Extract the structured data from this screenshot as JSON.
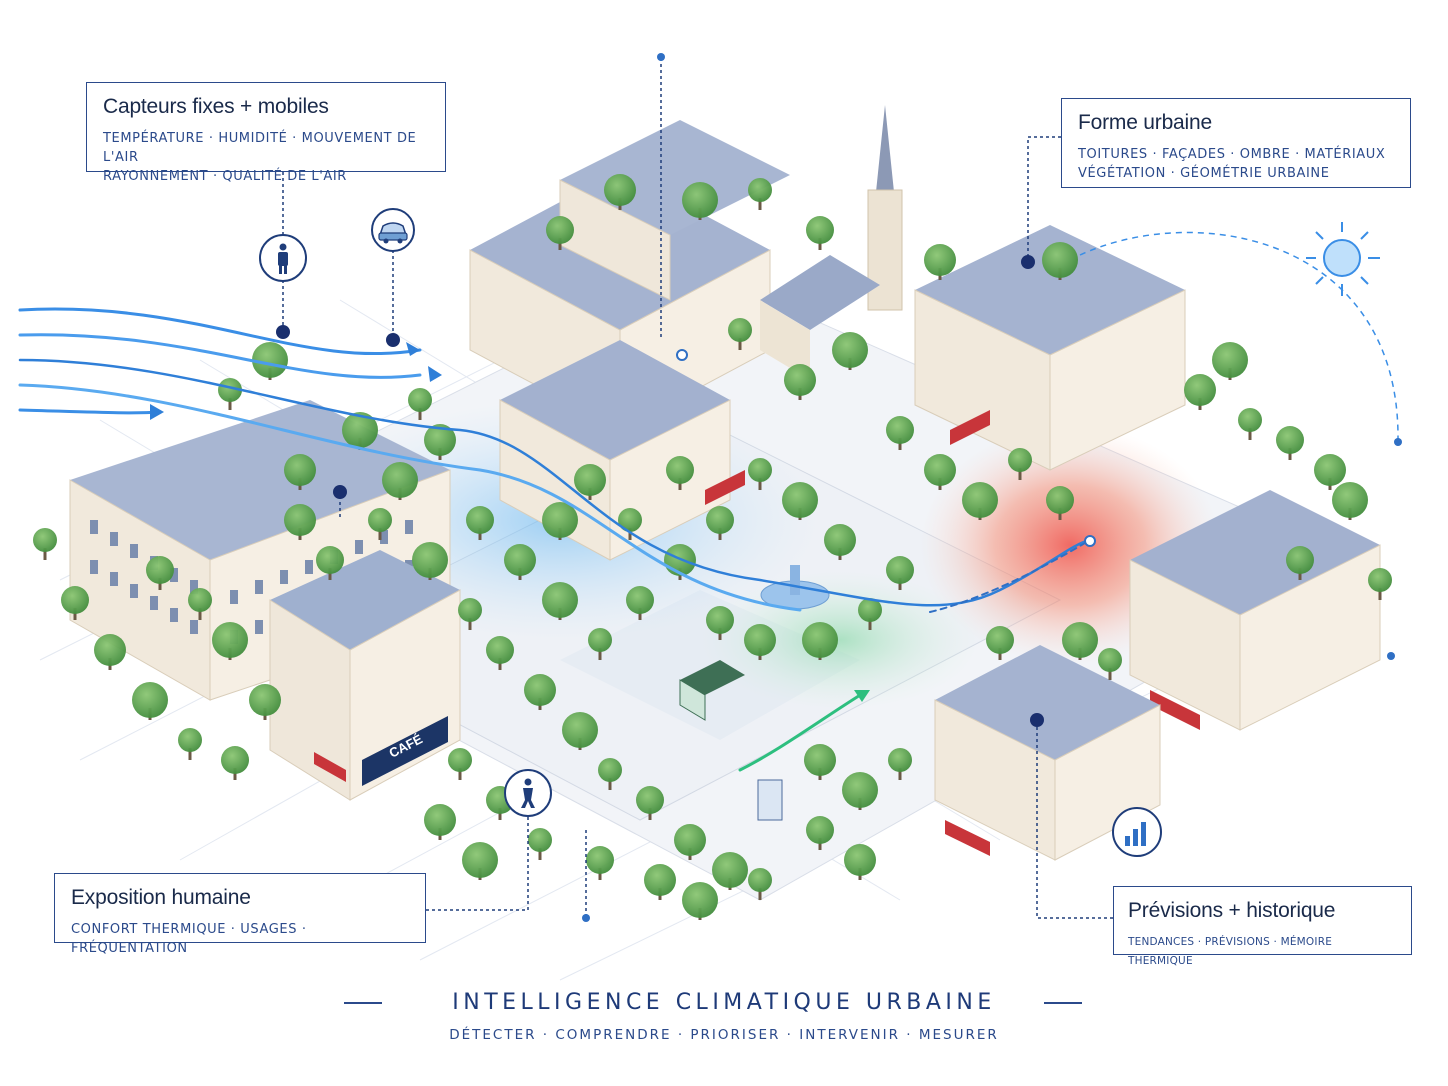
{
  "callouts": {
    "sensors": {
      "title": "Capteurs fixes + mobiles",
      "line1": "TEMPÉRATURE · HUMIDITÉ · MOUVEMENT DE L'AIR",
      "line2": "RAYONNEMENT · QUALITÉ DE L'AIR"
    },
    "form": {
      "title": "Forme urbaine",
      "line1": "TOITURES · FAÇADES · OMBRE · MATÉRIAUX",
      "line2": "VÉGÉTATION · GÉOMÉTRIE URBAINE"
    },
    "exposure": {
      "title": "Exposition humaine",
      "line1": "CONFORT THERMIQUE · USAGES · FRÉQUENTATION"
    },
    "forecast": {
      "title": "Prévisions + historique",
      "line1": "TENDANCES · PRÉVISIONS · MÉMOIRE THERMIQUE"
    }
  },
  "footer": {
    "title": "INTELLIGENCE CLIMATIQUE URBAINE",
    "subtitle": "DÉTECTER · COMPRENDRE · PRIORISER · INTERVENIR · MESURER"
  },
  "scene": {
    "cafe_sign": "CAFÉ",
    "icons": [
      "pedestrian-icon",
      "car-icon",
      "sun-icon",
      "bar-chart-icon"
    ],
    "colors": {
      "accent": "#2b4a8b",
      "cool_air": "#3a8ee6",
      "heat": "#f0524a",
      "vegetation": "#5fae4e",
      "roof": "#9aa9c8",
      "facade": "#f3ece0"
    }
  }
}
